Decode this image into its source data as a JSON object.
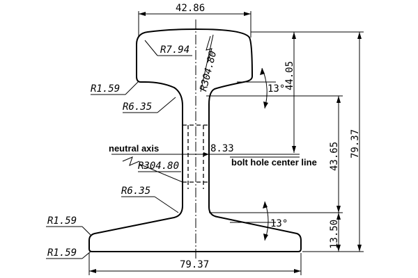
{
  "dimensions": {
    "head_width": "42.86",
    "base_width": "79.37",
    "total_height": "79.37",
    "upper_height": "44.05",
    "lower_height": "43.65",
    "base_height": "13.50",
    "axis_offset": "8.33"
  },
  "radii": {
    "head_corner": "R7.94",
    "head_crown": "R304.80",
    "head_fillet": "R1.59",
    "web_upper_fillet": "R6.35",
    "web_curve": "R304.80",
    "web_lower_fillet": "R6.35",
    "foot_upper_fillet": "R1.59",
    "foot_lower_fillet": "R1.59"
  },
  "angles": {
    "head_slope": "13°",
    "foot_slope": "13°"
  },
  "labels": {
    "neutral_axis": "neutral axis",
    "bolt_hole_center_line": "bolt hole center line"
  }
}
